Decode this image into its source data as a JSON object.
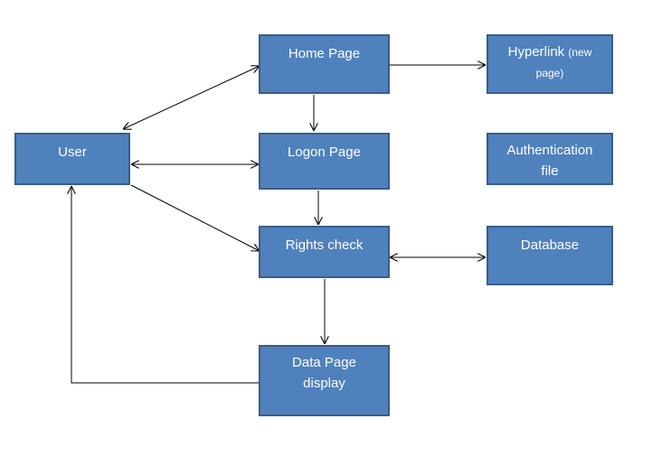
{
  "diagram": {
    "nodes": {
      "home_page": "Home Page",
      "hyperlink_main": "Hyperlink",
      "hyperlink_note_a": "(new",
      "hyperlink_note_b": "page)",
      "user": "User",
      "logon_page": "Logon Page",
      "authentication_line1": "Authentication",
      "authentication_line2": "file",
      "rights_check": "Rights check",
      "database": "Database",
      "data_page_line1": "Data Page",
      "data_page_line2": "display"
    },
    "connections": [
      {
        "from": "User",
        "to": "Home Page",
        "arrows": "both"
      },
      {
        "from": "Home Page",
        "to": "Hyperlink (new page)",
        "arrows": "end"
      },
      {
        "from": "Home Page",
        "to": "Logon Page",
        "arrows": "end"
      },
      {
        "from": "User",
        "to": "Logon Page",
        "arrows": "both"
      },
      {
        "from": "User",
        "to": "Rights check",
        "arrows": "end"
      },
      {
        "from": "Logon Page",
        "to": "Rights check",
        "arrows": "end"
      },
      {
        "from": "Rights check",
        "to": "Database",
        "arrows": "both"
      },
      {
        "from": "Rights check",
        "to": "Data Page display",
        "arrows": "end"
      },
      {
        "from": "Data Page display",
        "to": "User",
        "arrows": "end"
      }
    ],
    "colors": {
      "node_fill": "#4f81bd",
      "node_border": "#385d8a",
      "node_text": "#ffffff",
      "connector": "#000000"
    }
  }
}
